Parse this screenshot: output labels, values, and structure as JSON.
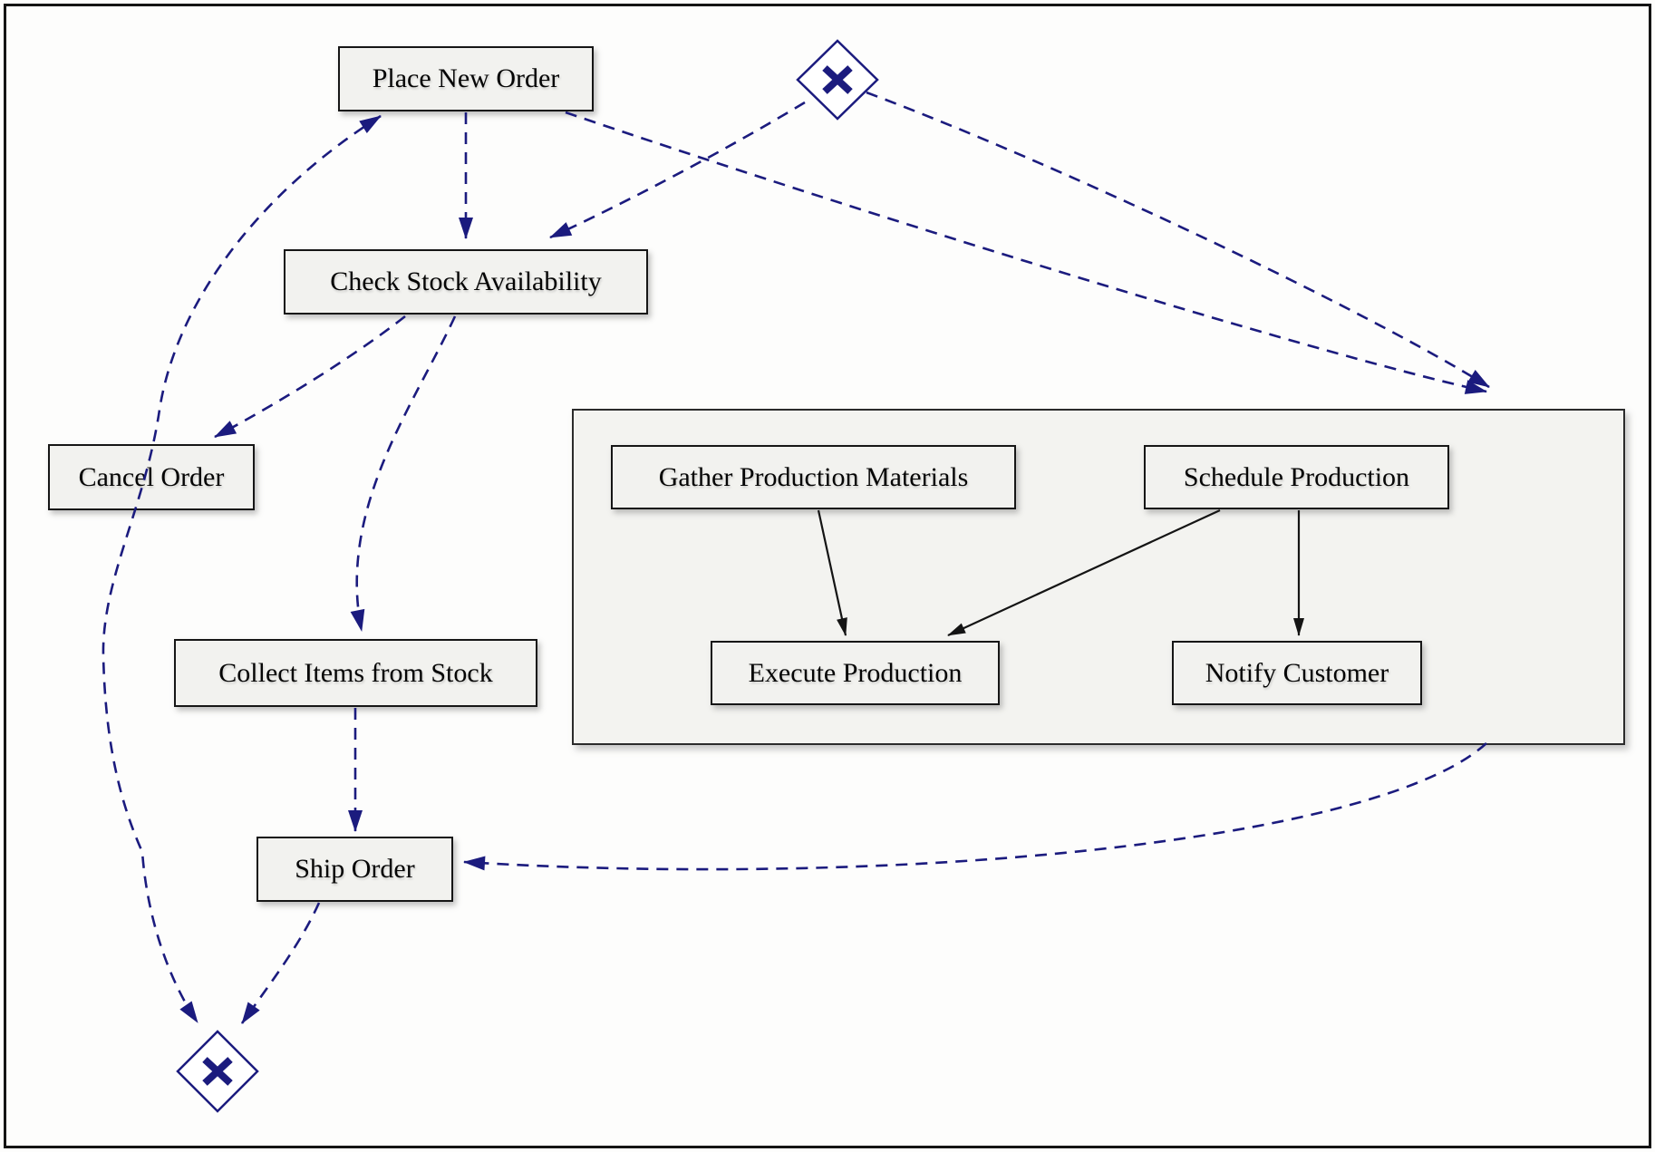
{
  "diagram": {
    "type": "process-flow",
    "colors": {
      "flow_edge": "#1b1b7e",
      "solid_edge": "#141414",
      "node_fill": "#f2f2ef",
      "node_border": "#161616",
      "group_fill": "#f3f3f0",
      "text": "#050505",
      "background": "#fdfdfc"
    },
    "nodes": [
      {
        "id": "place_new_order",
        "type": "task",
        "label": "Place New Order"
      },
      {
        "id": "gateway_start",
        "type": "exclusive-gateway",
        "label": "",
        "symbol": "×"
      },
      {
        "id": "check_stock",
        "type": "task",
        "label": "Check Stock Availability"
      },
      {
        "id": "cancel_order",
        "type": "task",
        "label": "Cancel Order"
      },
      {
        "id": "production_group",
        "type": "group",
        "label": ""
      },
      {
        "id": "gather_materials",
        "type": "task",
        "label": "Gather Production Materials"
      },
      {
        "id": "schedule_production",
        "type": "task",
        "label": "Schedule Production"
      },
      {
        "id": "execute_production",
        "type": "task",
        "label": "Execute Production"
      },
      {
        "id": "notify_customer",
        "type": "task",
        "label": "Notify Customer"
      },
      {
        "id": "collect_items",
        "type": "task",
        "label": "Collect Items from Stock"
      },
      {
        "id": "ship_order",
        "type": "task",
        "label": "Ship Order"
      },
      {
        "id": "gateway_end",
        "type": "exclusive-gateway",
        "label": "",
        "symbol": "×"
      }
    ],
    "edges": [
      {
        "from": "place_new_order",
        "to": "check_stock",
        "style": "dashed"
      },
      {
        "from": "place_new_order",
        "to": "production_group",
        "style": "dashed"
      },
      {
        "from": "gateway_start",
        "to": "check_stock",
        "style": "dashed"
      },
      {
        "from": "gateway_start",
        "to": "production_group",
        "style": "dashed"
      },
      {
        "from": "check_stock",
        "to": "cancel_order",
        "style": "dashed"
      },
      {
        "from": "check_stock",
        "to": "collect_items",
        "style": "dashed"
      },
      {
        "from": "cancel_order",
        "to": "place_new_order",
        "style": "dashed"
      },
      {
        "from": "cancel_order",
        "to": "gateway_end",
        "style": "dashed"
      },
      {
        "from": "collect_items",
        "to": "ship_order",
        "style": "dashed"
      },
      {
        "from": "production_group",
        "to": "ship_order",
        "style": "dashed"
      },
      {
        "from": "ship_order",
        "to": "gateway_end",
        "style": "dashed"
      },
      {
        "from": "gather_materials",
        "to": "execute_production",
        "style": "solid"
      },
      {
        "from": "schedule_production",
        "to": "execute_production",
        "style": "solid"
      },
      {
        "from": "schedule_production",
        "to": "notify_customer",
        "style": "solid"
      }
    ]
  }
}
